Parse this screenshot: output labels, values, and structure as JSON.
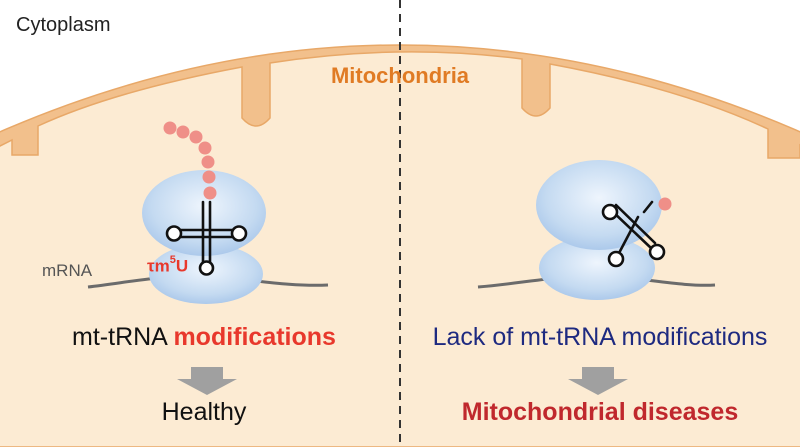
{
  "labels": {
    "cytoplasm": "Cytoplasm",
    "mitochondria": "Mitochondria",
    "mrna": "mRNA",
    "modification": "τm",
    "modification_sup": "5",
    "modification_base": "U"
  },
  "left_panel": {
    "caption_plain": "mt-tRNA",
    "caption_highlight": "modifications",
    "outcome": "Healthy"
  },
  "right_panel": {
    "caption": "Lack of mt-tRNA modifications",
    "outcome": "Mitochondrial diseases"
  },
  "colors": {
    "background_outer": "#ffffff",
    "mito_matrix": "#fcebd3",
    "mito_membrane": "#f2c08c",
    "mito_membrane_stroke": "#e8a868",
    "mito_title": "#e07b24",
    "ribosome": "#b9d3ee",
    "nascent_peptide": "#ef8f88",
    "modification_red": "#e8382c",
    "right_caption": "#1e2a80",
    "disease_red": "#c0282d",
    "arrow_gray": "#a0a0a0",
    "mrna_line": "#6b6b6b",
    "trna_stroke": "#111111"
  },
  "icons": [
    "ribosome-icon",
    "trna-icon",
    "peptide-chain-icon",
    "down-arrow-icon",
    "divider-line"
  ]
}
